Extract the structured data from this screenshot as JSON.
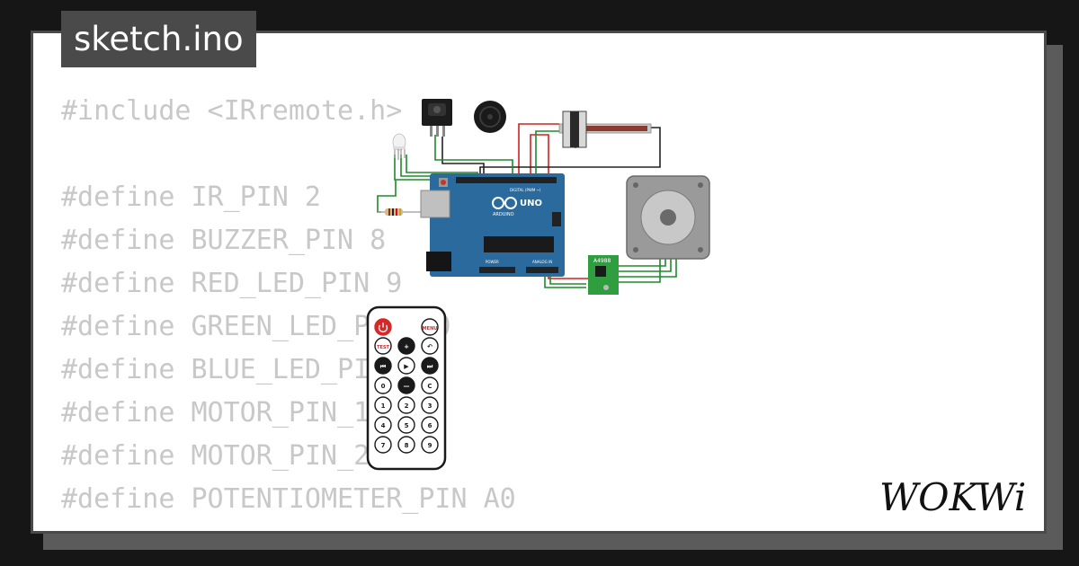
{
  "file_tab": {
    "label": "sketch.ino"
  },
  "code": {
    "lines": [
      "#include <IRremote.h>",
      "",
      "#define IR_PIN 2",
      "#define BUZZER_PIN 8",
      "#define RED_LED_PIN 9",
      "#define GREEN_LED_PIN 10",
      "#define BLUE_LED_PIN 11",
      "#define MOTOR_PIN_1",
      "#define MOTOR_PIN_2",
      "#define POTENTIOMETER_PIN A0"
    ]
  },
  "arduino": {
    "brand": "ARDUINO",
    "model": "UNO",
    "header_digital": "DIGITAL (PWM ~)",
    "header_power": "POWER",
    "header_analog": "ANALOG IN"
  },
  "driver": {
    "label": "A4988"
  },
  "remote": {
    "buttons": [
      {
        "name": "power",
        "label": ""
      },
      {
        "name": "menu",
        "label": "MENU"
      },
      {
        "name": "test",
        "label": "TEST"
      },
      {
        "name": "plus",
        "label": "+"
      },
      {
        "name": "back",
        "label": "↶"
      },
      {
        "name": "prev",
        "label": "⏮"
      },
      {
        "name": "play",
        "label": "▶"
      },
      {
        "name": "next",
        "label": "⏭"
      },
      {
        "name": "0",
        "label": "0"
      },
      {
        "name": "minus",
        "label": "—"
      },
      {
        "name": "c",
        "label": "C"
      },
      {
        "name": "1",
        "label": "1"
      },
      {
        "name": "2",
        "label": "2"
      },
      {
        "name": "3",
        "label": "3"
      },
      {
        "name": "4",
        "label": "4"
      },
      {
        "name": "5",
        "label": "5"
      },
      {
        "name": "6",
        "label": "6"
      },
      {
        "name": "7",
        "label": "7"
      },
      {
        "name": "8",
        "label": "8"
      },
      {
        "name": "9",
        "label": "9"
      }
    ]
  },
  "brand": {
    "logo_text": "WOKWi"
  },
  "colors": {
    "board_blue": "#2a6a9c",
    "wire_red": "#d42020",
    "wire_green": "#1e8a2a",
    "wire_black": "#222222",
    "driver_green": "#2e9e3e",
    "remote_red": "#d62828"
  }
}
